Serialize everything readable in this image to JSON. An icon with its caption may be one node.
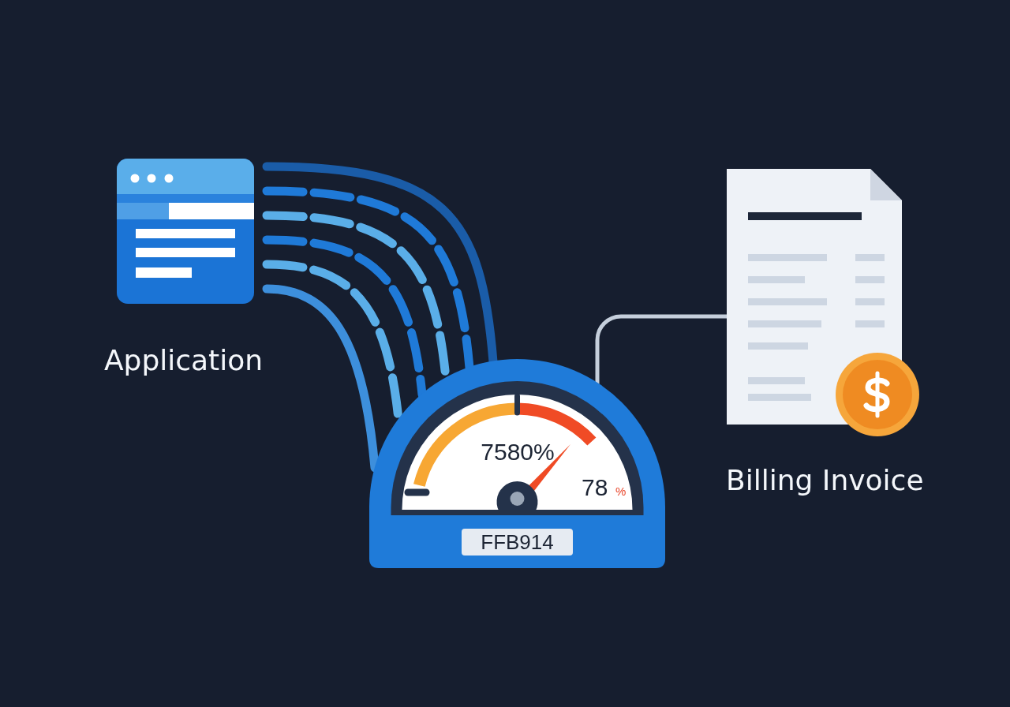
{
  "diagram": {
    "nodes": [
      {
        "text": [
          "Application"
        ]
      },
      {
        "text": [
          "7580%",
          "78",
          "%",
          "FFB914"
        ]
      },
      {
        "text": [
          "Billing Invoice"
        ]
      }
    ],
    "edges": [
      {
        "from": 0,
        "to": 1,
        "arrow": "none",
        "style": "dashed",
        "color": "#5aaee8"
      },
      {
        "from": 1,
        "to": 2,
        "arrow": "none",
        "color": "#c5cfdc"
      }
    ]
  }
}
